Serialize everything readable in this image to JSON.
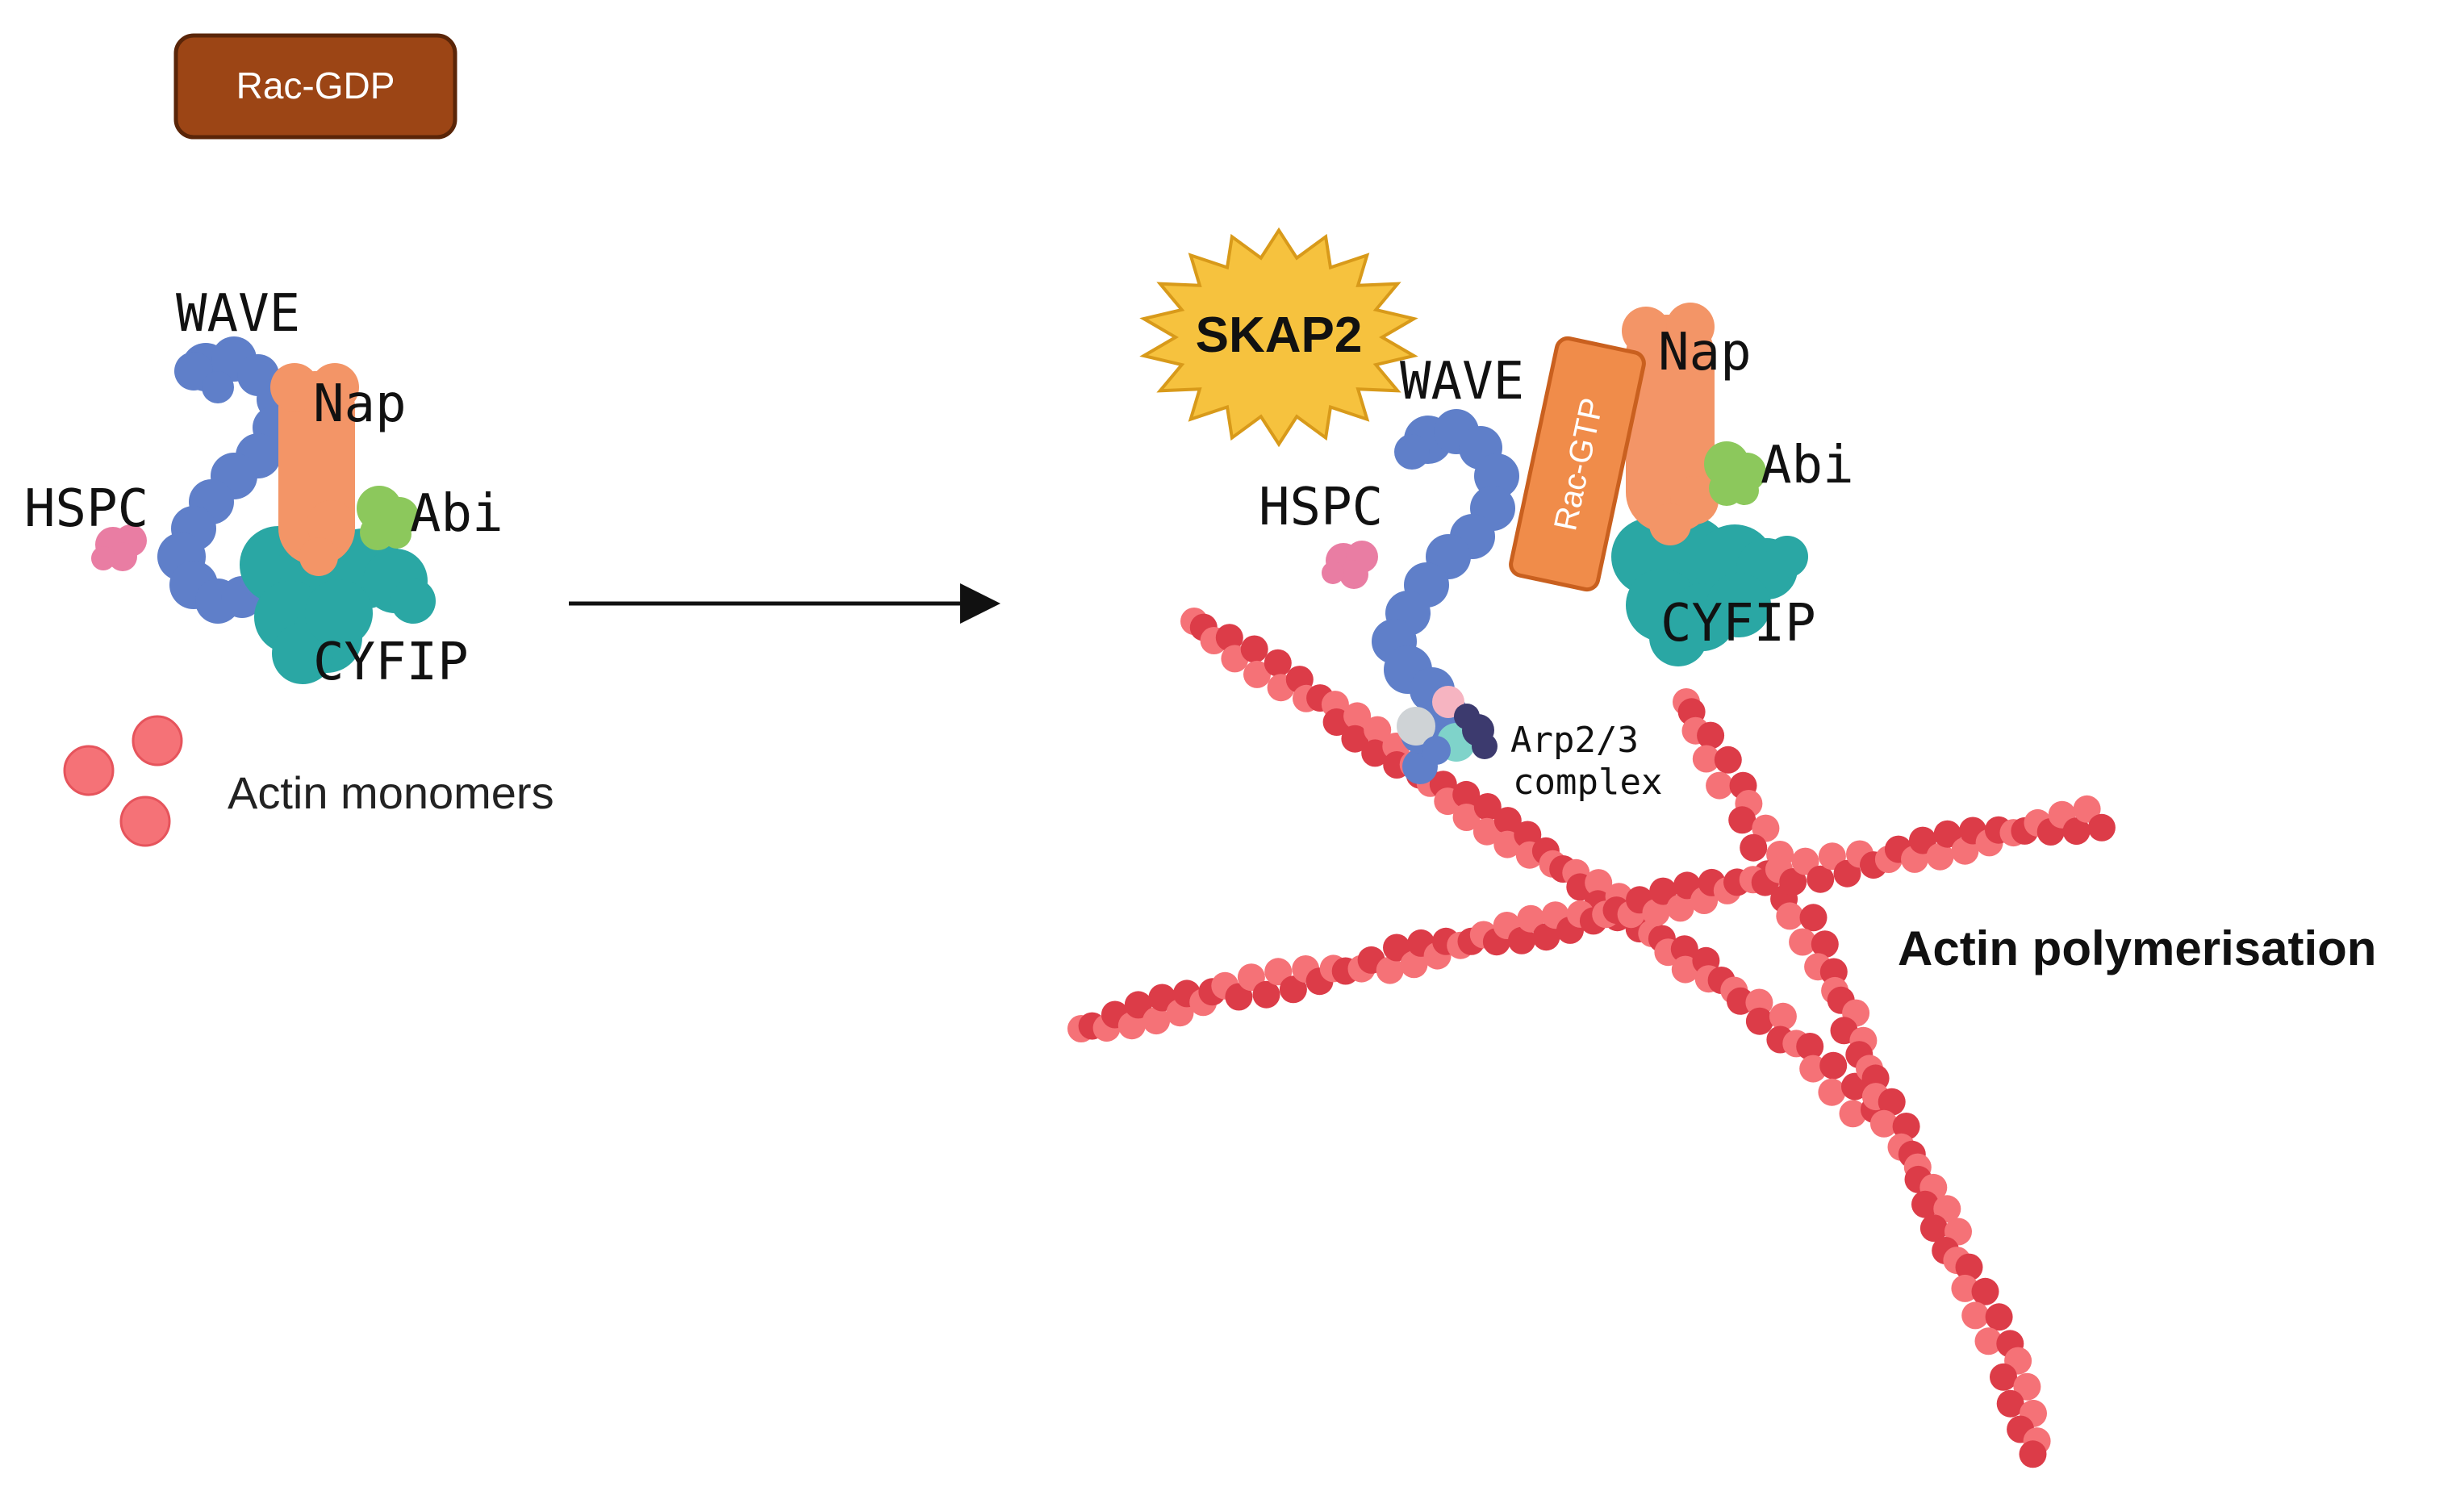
{
  "left_panel": {
    "rac_gdp_label": "Rac-GDP",
    "wave_label": "WAVE",
    "nap_label": "Nap",
    "hspc_label": "HSPC",
    "abi_label": "Abi",
    "cyfip_label": "CYFIP",
    "actin_monomers_label": "Actin monomers"
  },
  "right_panel": {
    "skap2_label": "SKAP2",
    "rac_gtp_label": "Rac-GTP",
    "wave_label": "WAVE",
    "nap_label": "Nap",
    "hspc_label": "HSPC",
    "abi_label": "Abi",
    "cyfip_label": "CYFIP",
    "arp_line1": "Arp2/3",
    "arp_line2": "complex",
    "actin_polymerisation_label": "Actin polymerisation"
  },
  "colors": {
    "rac_gdp": "#9c4515",
    "rac_gtp": "#f08c4a",
    "skap2": "#f6c23e",
    "wave": "#5f7fc9",
    "nap": "#f39567",
    "cyfip": "#2aa7a4",
    "abi": "#8cc85c",
    "hspc": "#e97da3",
    "actin_light": "#f57277",
    "actin_dark": "#dc3c48",
    "arp_dark": "#3c3a6e",
    "arp_grey": "#cfd3d6",
    "arp_pink": "#f6b4c1",
    "arp_teal": "#7fd3ca"
  }
}
